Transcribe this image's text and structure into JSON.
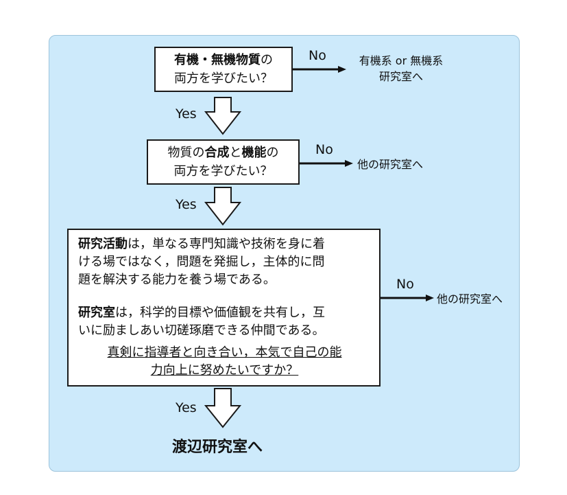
{
  "q1": {
    "bold1": "有機・無機物質",
    "rest1": "の",
    "line2": "両方を学びたい？",
    "no_label": "No",
    "no_dest_line1": "有機系 or 無機系",
    "no_dest_line2": "研究室へ",
    "yes_label": "Yes"
  },
  "q2": {
    "pre": "物質の",
    "bold1": "合成",
    "mid": "と",
    "bold2": "機能",
    "post": "の",
    "line2": "両方を学びたい？",
    "no_label": "No",
    "no_dest": "他の研究室へ",
    "yes_label": "Yes"
  },
  "q3": {
    "p1_bold": "研究活動",
    "p1_line1": "は，単なる専門知識や技術を身に着",
    "p1_line2": "ける場ではなく，問題を発掘し，主体的に問",
    "p1_line3": "題を解決する能力を養う場である。",
    "p2_bold": "研究室",
    "p2_line1": "は，科学的目標や価値観を共有し，互",
    "p2_line2": "いに励ましあい切磋琢磨できる仲間である。",
    "question_line1": "真剣に指導者と向き合い，本気で自己の能",
    "question_line2": "力向上に努めたいですか？",
    "no_label": "No",
    "no_dest": "他の研究室へ",
    "yes_label": "Yes"
  },
  "final": "渡辺研究室へ"
}
